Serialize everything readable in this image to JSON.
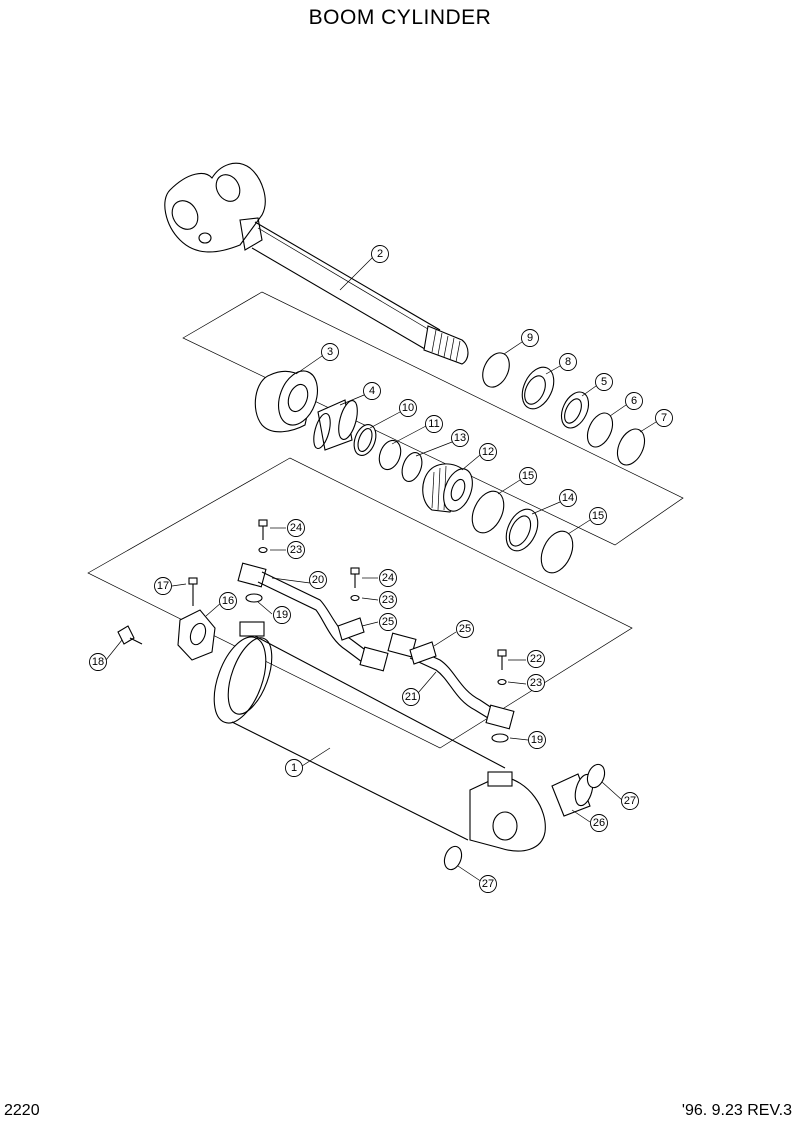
{
  "title": "BOOM CYLINDER",
  "page_number": "2220",
  "revision": "'96. 9.23  REV.3",
  "callouts": [
    {
      "id": "c2",
      "label": "2"
    },
    {
      "id": "c3",
      "label": "3"
    },
    {
      "id": "c4",
      "label": "4"
    },
    {
      "id": "c5",
      "label": "5"
    },
    {
      "id": "c6",
      "label": "6"
    },
    {
      "id": "c7",
      "label": "7"
    },
    {
      "id": "c8",
      "label": "8"
    },
    {
      "id": "c9",
      "label": "9"
    },
    {
      "id": "c10",
      "label": "10"
    },
    {
      "id": "c11",
      "label": "11"
    },
    {
      "id": "c12",
      "label": "12"
    },
    {
      "id": "c13",
      "label": "13"
    },
    {
      "id": "c14",
      "label": "14"
    },
    {
      "id": "c15a",
      "label": "15"
    },
    {
      "id": "c15b",
      "label": "15"
    },
    {
      "id": "c24a",
      "label": "24"
    },
    {
      "id": "c23a",
      "label": "23"
    },
    {
      "id": "c20",
      "label": "20"
    },
    {
      "id": "c17",
      "label": "17"
    },
    {
      "id": "c16",
      "label": "16"
    },
    {
      "id": "c19a",
      "label": "19"
    },
    {
      "id": "c24b",
      "label": "24"
    },
    {
      "id": "c23b",
      "label": "23"
    },
    {
      "id": "c25a",
      "label": "25"
    },
    {
      "id": "c25b",
      "label": "25"
    },
    {
      "id": "c18",
      "label": "18"
    },
    {
      "id": "c22",
      "label": "22"
    },
    {
      "id": "c23c",
      "label": "23"
    },
    {
      "id": "c21",
      "label": "21"
    },
    {
      "id": "c19b",
      "label": "19"
    },
    {
      "id": "c1",
      "label": "1"
    },
    {
      "id": "c27a",
      "label": "27"
    },
    {
      "id": "c26",
      "label": "26"
    },
    {
      "id": "c27b",
      "label": "27"
    }
  ]
}
